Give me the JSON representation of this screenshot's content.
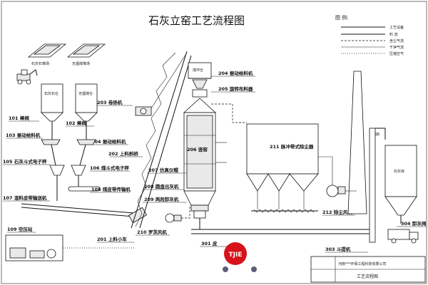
{
  "title": "石灰立窑工艺流程图",
  "legend": {
    "title": "图 例:",
    "items": [
      "工艺设备",
      "料 流",
      "含尘气流",
      "干净气流",
      "压缩空气"
    ]
  },
  "yards": {
    "limestone": "石灰石堆场",
    "coal": "无烟煤堆场",
    "limestone_bin": "石灰石仓",
    "coal_bin": "无烟煤仓",
    "lime_bin": "石灰库",
    "chimney": "烟囱"
  },
  "equipment": {
    "e101": "101 棒阀",
    "e102": "102 棒阀",
    "e103": "103 振动给料机",
    "e104": "104 振动给料机",
    "e105": "105 石灰斗式电子秤",
    "e106": "106 煤斗式电子秤",
    "e107": "107 混料皮带输送机",
    "e108": "108 煤皮带传输机",
    "e109": "109 空压站",
    "e201": "201 上料小车",
    "e202": "202 上料斜桥",
    "e203": "203 卷扬机",
    "e204": "204 振动给料机",
    "e205": "205 旋转布料器",
    "e206": "206 竖窑",
    "e207": "207 仿真仪帽",
    "e208": "208 圆盘出灰机",
    "e209": "209 两段卸灰机",
    "e210": "210 罗茨风机",
    "e211": "211 脉冲带式除尘器",
    "e212": "212 除尘风机",
    "e301": "301 皮",
    "e303": "303 斗提机",
    "e304": "304 卸灰阀",
    "hopper_top": "煤冲仓"
  },
  "titleblock": {
    "company": "河南***环保工程科技有限公司",
    "drawing": "工艺流程图"
  },
  "watermark": "TJIE"
}
